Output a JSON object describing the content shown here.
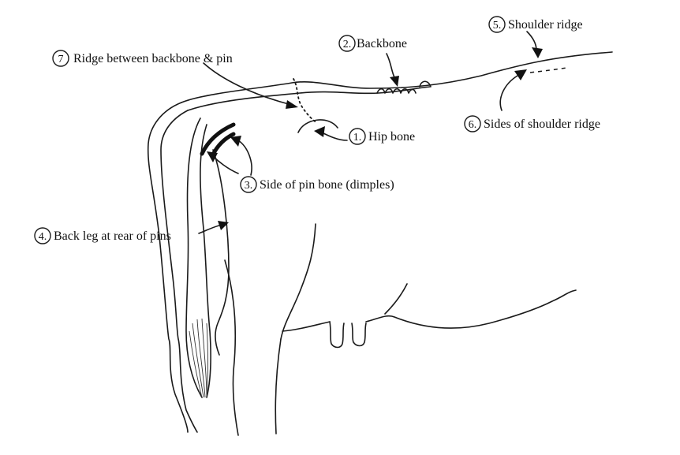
{
  "callouts": [
    {
      "id": "7",
      "number": "7",
      "label": "Ridge between backbone & pin"
    },
    {
      "id": "2",
      "number": "2.",
      "label": "Backbone"
    },
    {
      "id": "5",
      "number": "5.",
      "label": "Shoulder ridge"
    },
    {
      "id": "1",
      "number": "1.",
      "label": "Hip bone"
    },
    {
      "id": "6",
      "number": "6.",
      "label": "Sides of shoulder ridge"
    },
    {
      "id": "3",
      "number": "3.",
      "label": "Side of pin bone (dimples)"
    },
    {
      "id": "4",
      "number": "4.",
      "label": "Back leg at rear of pins"
    }
  ],
  "colors": {
    "ink": "#1a1a1a",
    "background": "#ffffff"
  }
}
